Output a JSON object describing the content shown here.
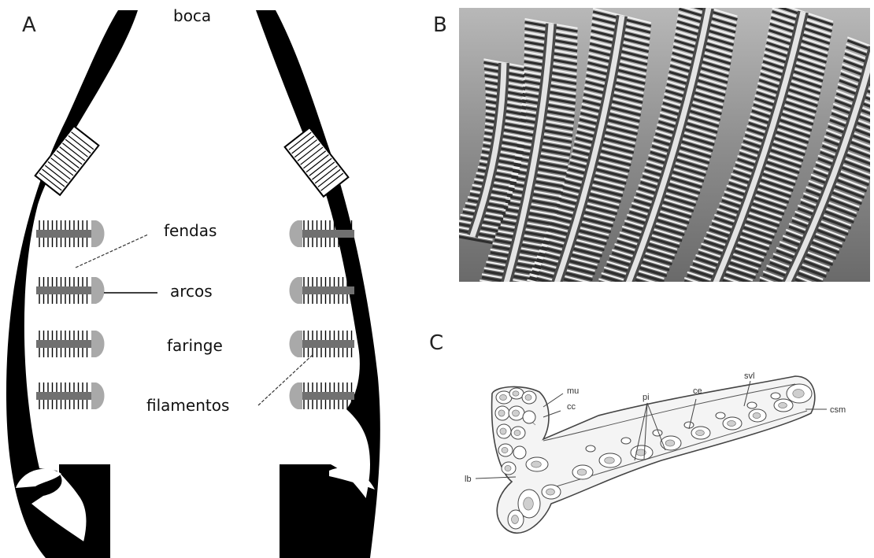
{
  "panel_a": {
    "letter": "A",
    "labels": {
      "mouth": "boca",
      "slits": "fendas",
      "arches": "arcos",
      "pharynx": "faringe",
      "filaments": "filamentos"
    }
  },
  "panel_b": {
    "letter": "B"
  },
  "panel_c": {
    "letter": "C",
    "labels": {
      "mu": "mu",
      "cc": "cc",
      "lb": "lb",
      "pi": "pi",
      "ce": "ce",
      "svl": "svl",
      "csm": "csm"
    }
  },
  "colors": {
    "body": "#000000",
    "arch": "#707070",
    "cap": "#a9a9a9",
    "sem_dark": "#3a3a3a",
    "sem_light": "#e8e8e8"
  }
}
